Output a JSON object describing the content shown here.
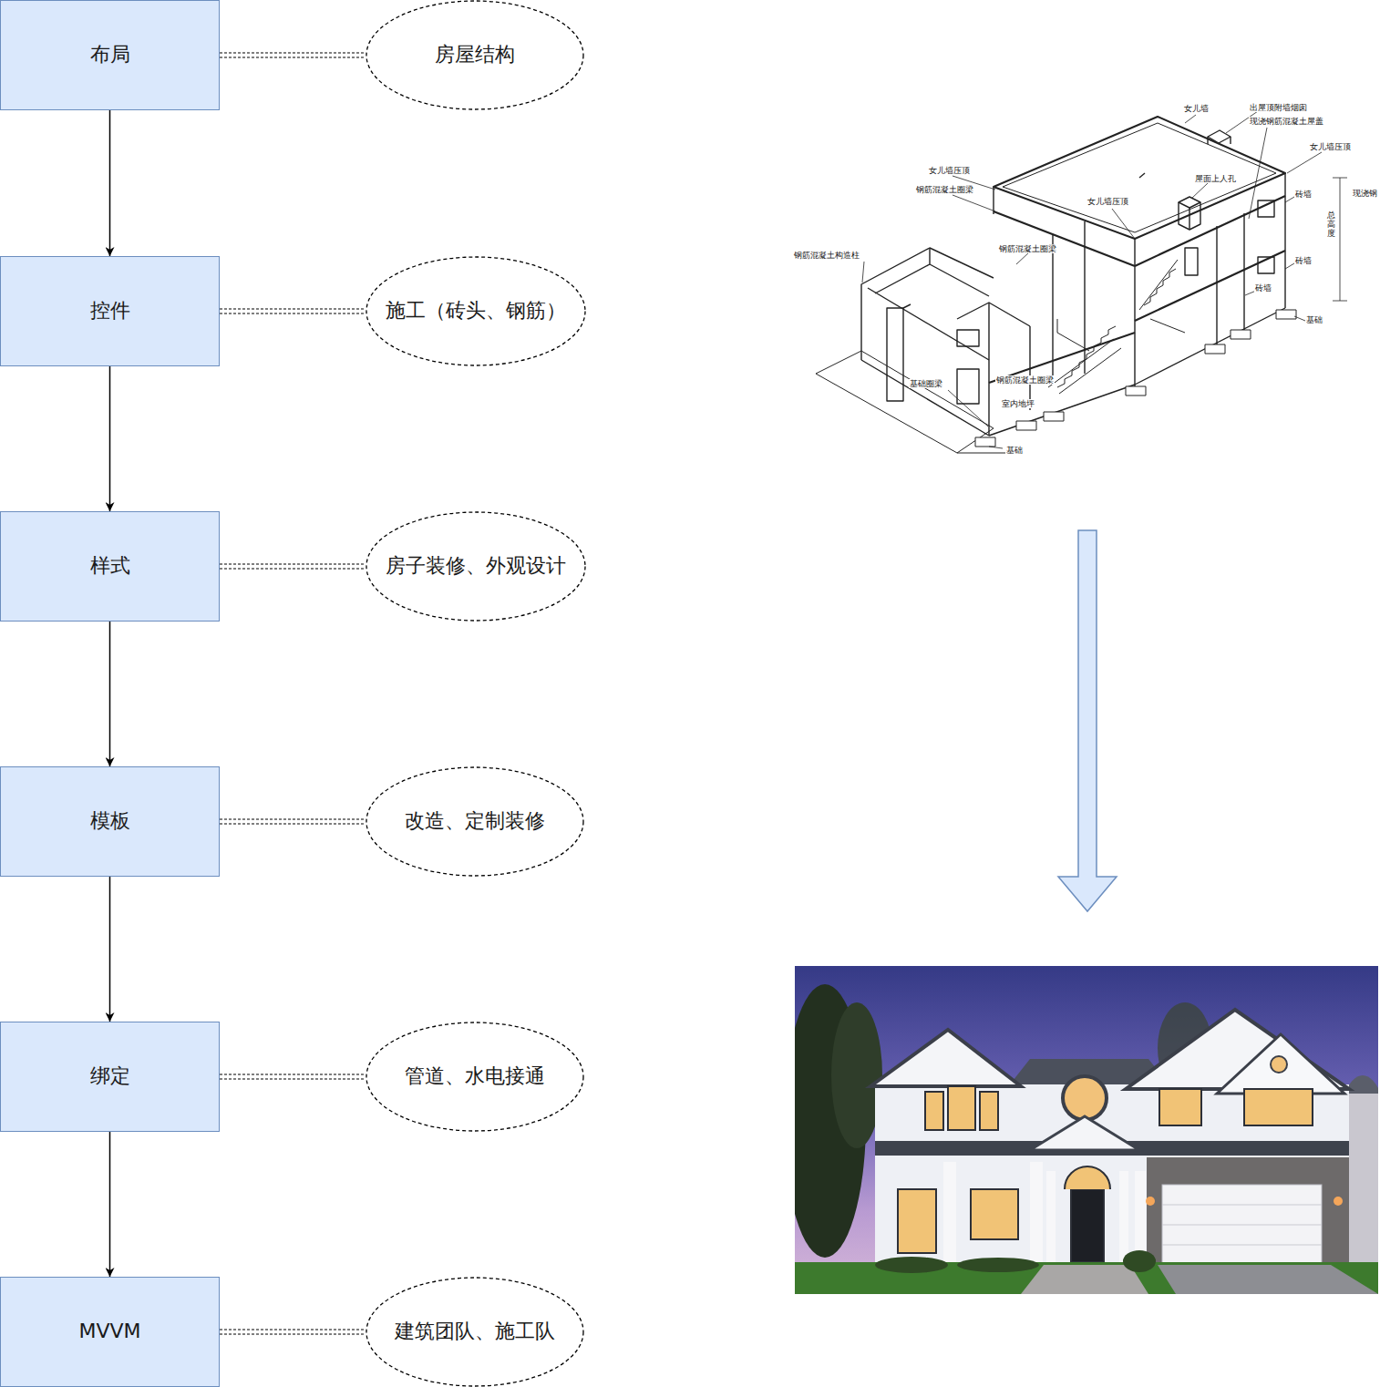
{
  "diagram": {
    "nodes": [
      {
        "text": [
          "布局"
        ]
      },
      {
        "text": [
          "房屋结构"
        ]
      },
      {
        "text": [
          "控件"
        ]
      },
      {
        "text": [
          "施工（砖头、钢筋）"
        ]
      },
      {
        "text": [
          "样式"
        ]
      },
      {
        "text": [
          "房子装修、外观设计"
        ]
      },
      {
        "text": [
          "模板"
        ]
      },
      {
        "text": [
          "改造、定制装修"
        ]
      },
      {
        "text": [
          "绑定"
        ]
      },
      {
        "text": [
          "管道、水电接通"
        ]
      },
      {
        "text": [
          "MVVM"
        ]
      },
      {
        "text": [
          "建筑团队、施工队"
        ]
      }
    ],
    "edges": [
      {
        "from": 0,
        "to": 1,
        "arrow": "none"
      },
      {
        "from": 0,
        "to": 2,
        "arrow": "to"
      },
      {
        "from": 2,
        "to": 3,
        "arrow": "none"
      },
      {
        "from": 2,
        "to": 4,
        "arrow": "to"
      },
      {
        "from": 4,
        "to": 5,
        "arrow": "none"
      },
      {
        "from": 4,
        "to": 6,
        "arrow": "to"
      },
      {
        "from": 6,
        "to": 7,
        "arrow": "none"
      },
      {
        "from": 6,
        "to": 8,
        "arrow": "to"
      },
      {
        "from": 8,
        "to": 9,
        "arrow": "none"
      },
      {
        "from": 8,
        "to": 10,
        "arrow": "to"
      },
      {
        "from": 10,
        "to": 11,
        "arrow": "none"
      }
    ],
    "labels": [
      "女儿墙",
      "出屋顶附墙烟囱",
      "现浇钢筋混凝土屋盖",
      "女儿墙压顶",
      "女儿墙压顶",
      "钢筋混凝土圈梁",
      "屋面上人孔",
      "女儿墙压顶",
      "砖墙",
      "现浇钢",
      "钢筋混凝土构造柱",
      "钢筋混凝土圈梁",
      "砖墙",
      "砖墙",
      "基础",
      "基础圈梁",
      "钢筋混凝土圈梁",
      "室内地坪",
      "基础",
      "总高度"
    ]
  }
}
